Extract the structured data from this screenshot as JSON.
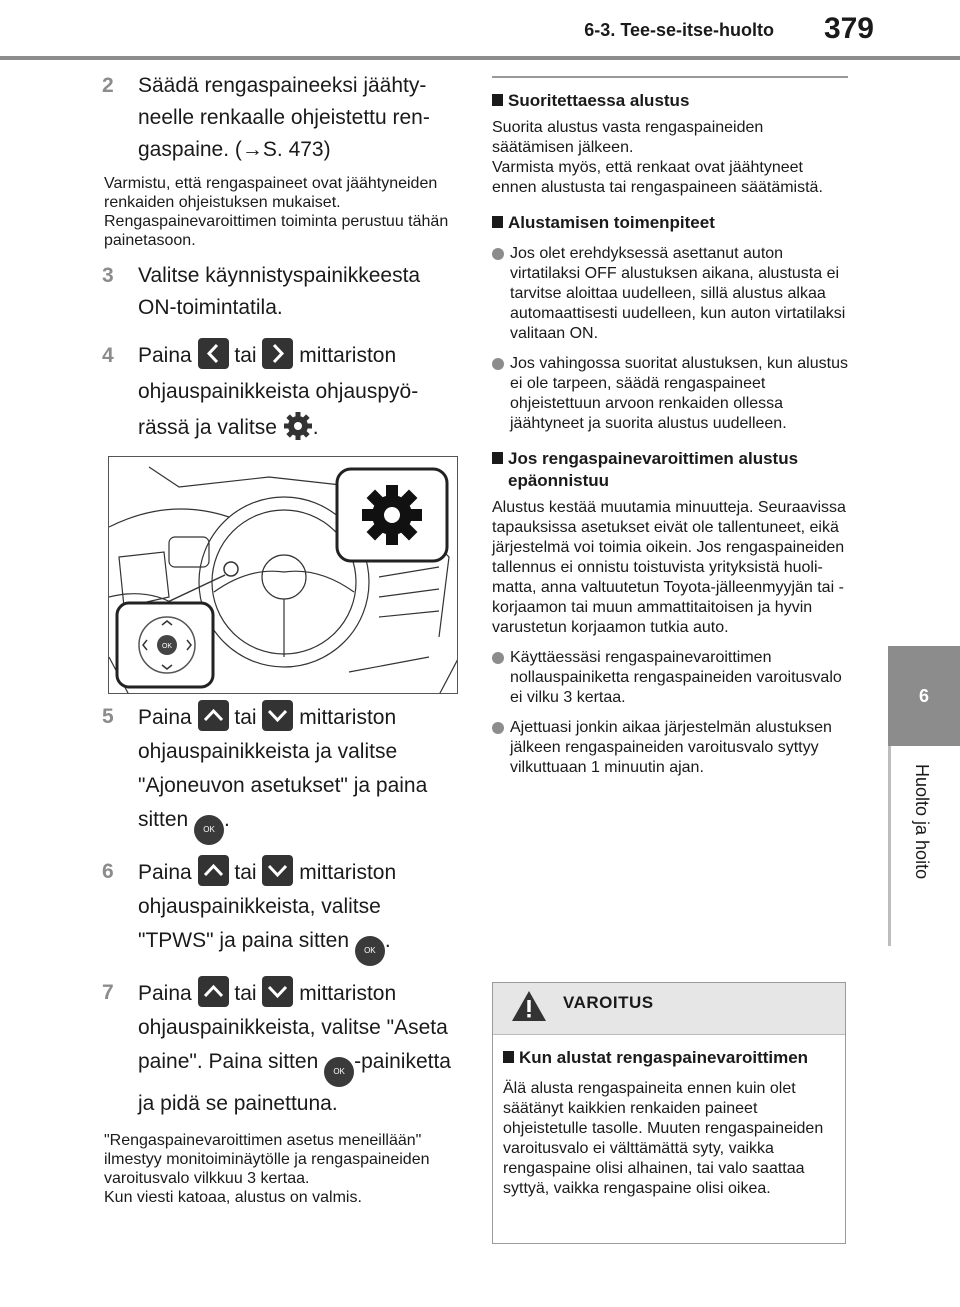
{
  "header": {
    "section": "6-3. Tee-se-itse-huolto",
    "page_number": "379"
  },
  "side_tab": {
    "chapter": "6",
    "label": "Huolto ja hoito"
  },
  "left": {
    "step2": {
      "num": "2",
      "text": "Säädä rengaspaineeksi jäähty­neelle renkaalle ohjeistettu ren­gaspaine. (→S. 473)"
    },
    "note2": "Varmistu, että rengaspaineet ovat jääh­tyneiden renkaiden ohjeistuksen mukai­set. Rengaspainevaroittimen toiminta perustuu tähän painetasoon.",
    "step3": {
      "num": "3",
      "text": "Valitse käynnistyspainikkeesta ON-toimintatila."
    },
    "step4": {
      "num": "4",
      "part1": "Paina",
      "part2": "tai",
      "part3": "mittariston ohjauspainikkeista ohjauspyö­rässä ja valitse",
      "part4": "."
    },
    "step5": {
      "num": "5",
      "part1": "Paina",
      "part2": "tai",
      "part3": "mittariston ohjauspainikkeista ja valitse \"Ajoneuvon asetukset\" ja paina sitten",
      "part4": "."
    },
    "step6": {
      "num": "6",
      "part1": "Paina",
      "part2": "tai",
      "part3": "mittariston ohjauspainikkeista, valitse \"TPWS\" ja paina sitten",
      "part4": "."
    },
    "step7": {
      "num": "7",
      "part1": "Paina",
      "part2": "tai",
      "part3": "mittariston ohjauspainikkeista, valitse \"Aseta paine\". Paina sitten",
      "part4": "-painiketta ja pidä se painettuna."
    },
    "note7": "\"Rengaspainevaroittimen asetus meneillään\" ilmestyy monitoiminäytölle ja rengaspaineiden varoitusvalo vilk­kuu 3 kertaa.",
    "note7b": "Kun viesti katoaa, alustus on valmis.",
    "ok_label": "OK"
  },
  "right": {
    "s1_title": "Suoritettaessa alustus",
    "s1_p1": "Suorita alustus vasta rengaspaineiden säätämisen jälkeen.",
    "s1_p2": "Varmista myös, että renkaat ovat jäähty­neet ennen alustusta tai rengaspaineen säätämistä.",
    "s2_title": "Alustamisen toimenpiteet",
    "s2_b1": "Jos olet erehdyksessä asettanut auton virtatilaksi OFF alustuksen aikana, alustusta ei tarvitse aloittaa uudelleen, sillä alustus alkaa automaattisesti uudelleen, kun auton virtatilaksi vali­taan ON.",
    "s2_b2": "Jos vahingossa suoritat alustuksen, kun alustus ei ole tarpeen, säädä ren­gaspaineet ohjeistettuun arvoon ren­kaiden ollessa jäähtyneet ja suorita alustus uudelleen.",
    "s3_title": "Jos rengaspainevaroittimen alus­tus epäonnistuu",
    "s3_p1": "Alustus kestää muutamia minuutteja. Seuraavissa tapauksissa asetukset eivät ole tallentuneet, eikä järjestelmä voi toi­mia oikein. Jos rengaspaineiden tallen­nus ei onnistu toistuvista yrityksistä huoli­matta, anna valtuutetun Toyota-jälleen­myyjän tai -korjaamon tai muun ammatti­taitoisen ja hyvin varustetun korjaamon tutkia auto.",
    "s3_b1": "Käyttäessäsi rengaspainevaroittimen nollauspainiketta rengaspaineiden varoitusvalo ei vilku 3 kertaa.",
    "s3_b2": "Ajettuasi jonkin aikaa järjestelmän alustuksen jälkeen rengaspaineiden varoitusvalo syttyy vilkuttuaan 1 minuutin ajan."
  },
  "warning": {
    "label": "VAROITUS",
    "title": "Kun alustat rengaspainevaroitti­men",
    "body": "Älä alusta rengaspaineita ennen kuin olet säätänyt kaikkien renkaiden pai­neet ohjeistetulle tasolle. Muuten ren­gaspaineiden varoitusvalo ei välttä­mättä syty, vaikka rengaspaine olisi alhainen, tai valo saattaa syttyä, vaikka rengaspaine olisi oikea."
  },
  "figure": {
    "ok_label": "OK"
  }
}
